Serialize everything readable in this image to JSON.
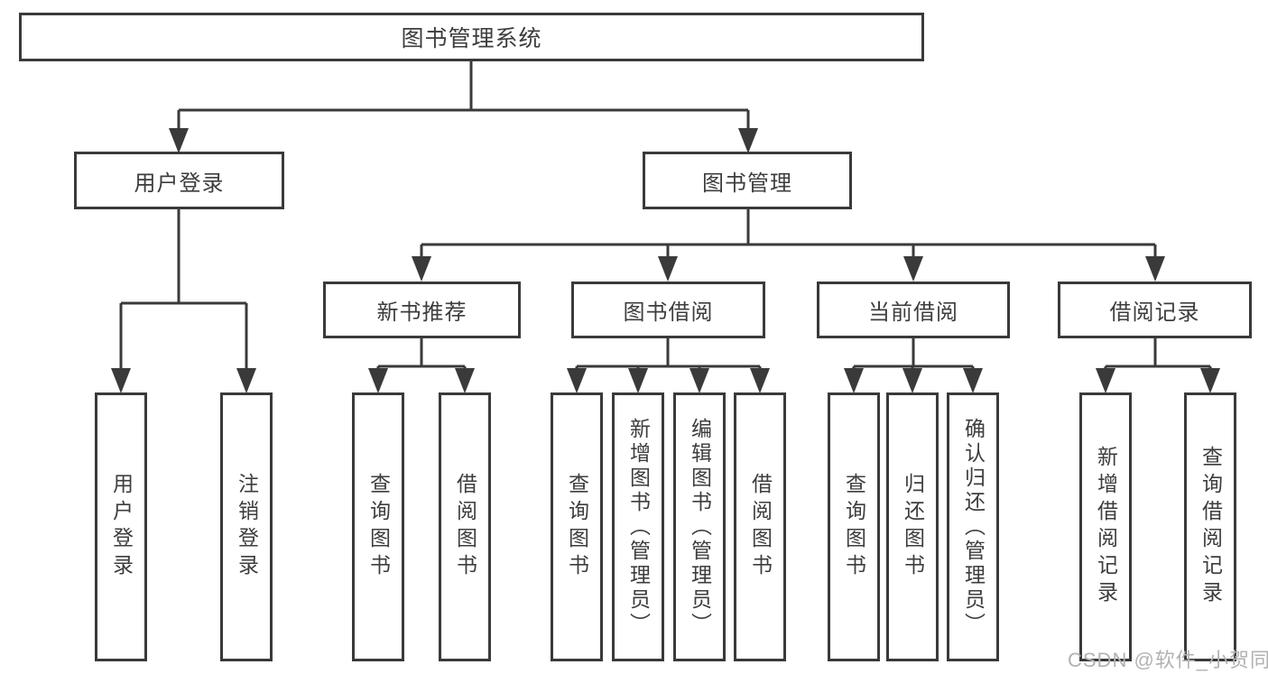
{
  "tree": {
    "root": {
      "label": "图书管理系统"
    },
    "login_branch": {
      "label": "用户登录",
      "children": [
        {
          "label": "用户登录"
        },
        {
          "label": "注销登录"
        }
      ]
    },
    "mgmt_branch": {
      "label": "图书管理",
      "groups": [
        {
          "label": "新书推荐",
          "children": [
            {
              "label": "查询图书"
            },
            {
              "label": "借阅图书"
            }
          ]
        },
        {
          "label": "图书借阅",
          "children": [
            {
              "label": "查询图书"
            },
            {
              "label": "新增图书（管理员）"
            },
            {
              "label": "编辑图书（管理员）"
            },
            {
              "label": "借阅图书"
            }
          ]
        },
        {
          "label": "当前借阅",
          "children": [
            {
              "label": "查询图书"
            },
            {
              "label": "归还图书"
            },
            {
              "label": "确认归还（管理员）"
            }
          ]
        },
        {
          "label": "借阅记录",
          "children": [
            {
              "label": "新增借阅记录"
            },
            {
              "label": "查询借阅记录"
            }
          ]
        }
      ]
    }
  },
  "watermark": "CSDN @软件_小贺同学",
  "colors": {
    "line": "#3a3a3a",
    "text": "#3d3d3d",
    "box_background": "#ffffff",
    "watermark": "#b2b2b2"
  }
}
